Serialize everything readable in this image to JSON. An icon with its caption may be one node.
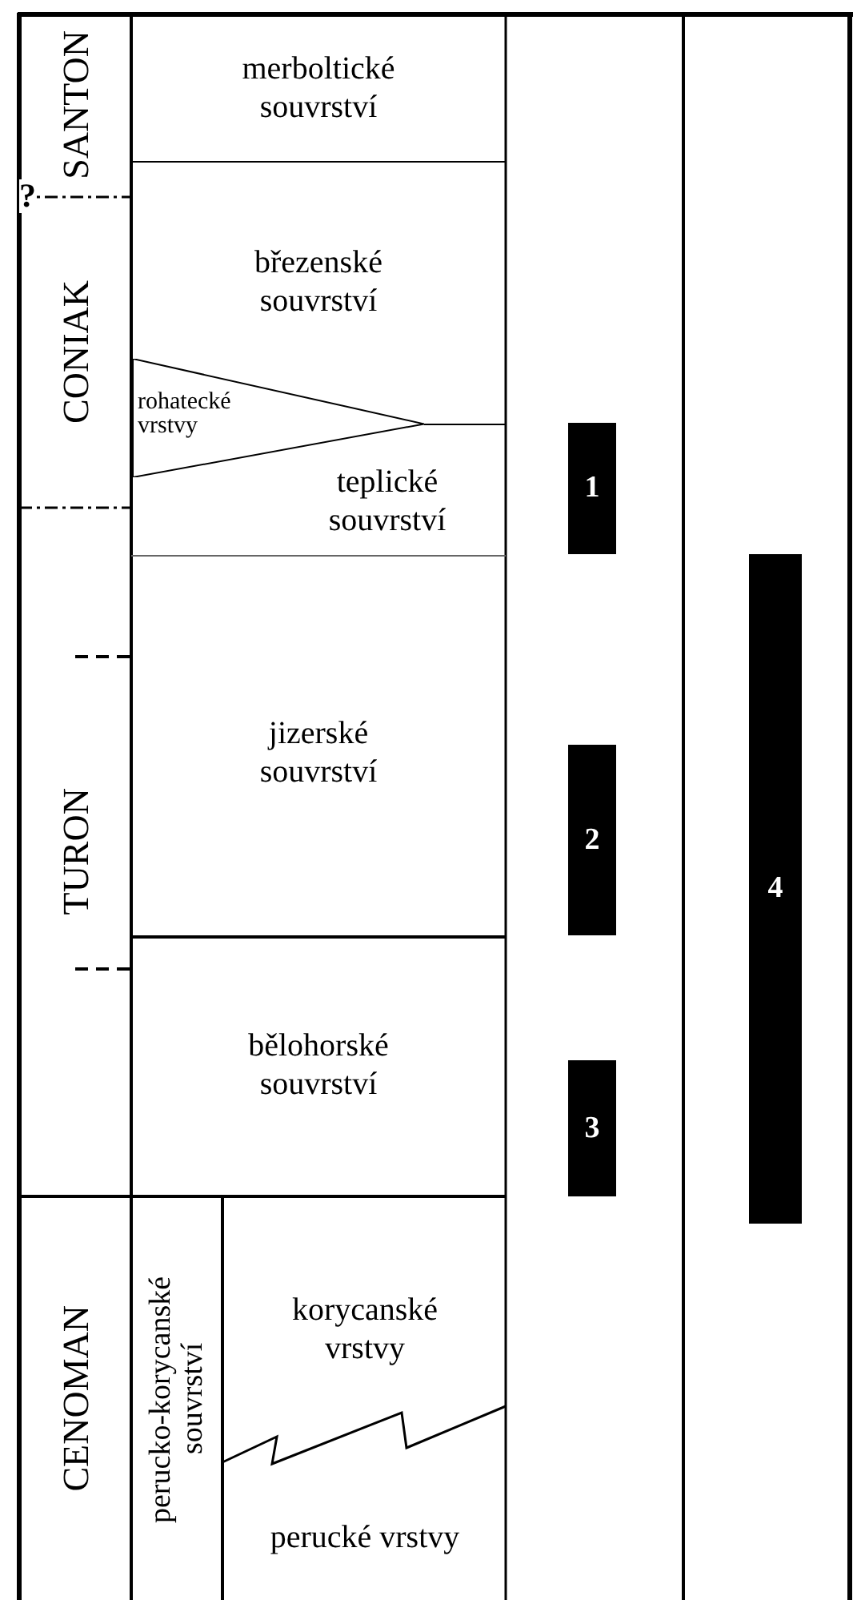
{
  "diagram": {
    "nodes": [
      {
        "text": [
          "SANTON"
        ]
      },
      {
        "text": [
          "merboltické souvrství"
        ]
      },
      {
        "text": [
          "CONIAK"
        ]
      },
      {
        "text": [
          "březenské souvrství"
        ]
      },
      {
        "text": [
          "rohatecké vrstvy"
        ]
      },
      {
        "text": [
          "teplické souvrství"
        ]
      },
      {
        "text": [
          "1"
        ]
      },
      {
        "text": [
          "TURON"
        ]
      },
      {
        "text": [
          "jizerské souvrství"
        ]
      },
      {
        "text": [
          "2"
        ]
      },
      {
        "text": [
          "4"
        ]
      },
      {
        "text": [
          "bělohorské souvrství"
        ]
      },
      {
        "text": [
          "3"
        ]
      },
      {
        "text": [
          "CENOMAN"
        ]
      },
      {
        "text": [
          "perucko-korycanské souvrství"
        ]
      },
      {
        "text": [
          "korycanské vrstvy"
        ]
      },
      {
        "text": [
          "perucké vrstvy"
        ]
      }
    ],
    "labels": [
      "?"
    ]
  }
}
